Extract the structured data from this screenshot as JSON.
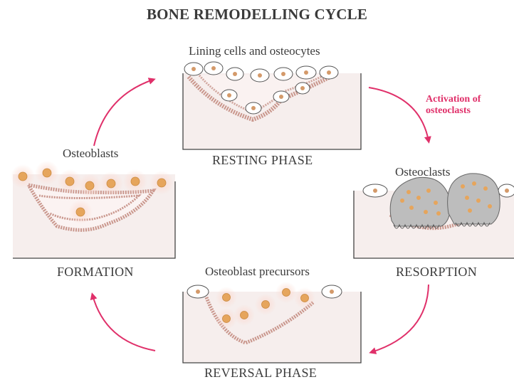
{
  "title": "BONE REMODELLING CYCLE",
  "captions": {
    "resting_top": "Lining cells and osteocytes",
    "formation_top": "Osteoblasts",
    "resorption_top": "Osteoclasts",
    "reversal_top": "Osteoblast precursors"
  },
  "phases": {
    "resting": "RESTING PHASE",
    "formation": "FORMATION",
    "resorption": "RESORPTION",
    "reversal": "REVERSAL PHASE"
  },
  "activation": {
    "line1": "Activation of",
    "line2": "osteoclasts"
  },
  "colors": {
    "accent": "#e0306a",
    "bone": "#f6eeed",
    "matrix": "#c9968c",
    "cell_nucleus": "#e6a55c",
    "osteoclast": "#bdbdbd"
  }
}
